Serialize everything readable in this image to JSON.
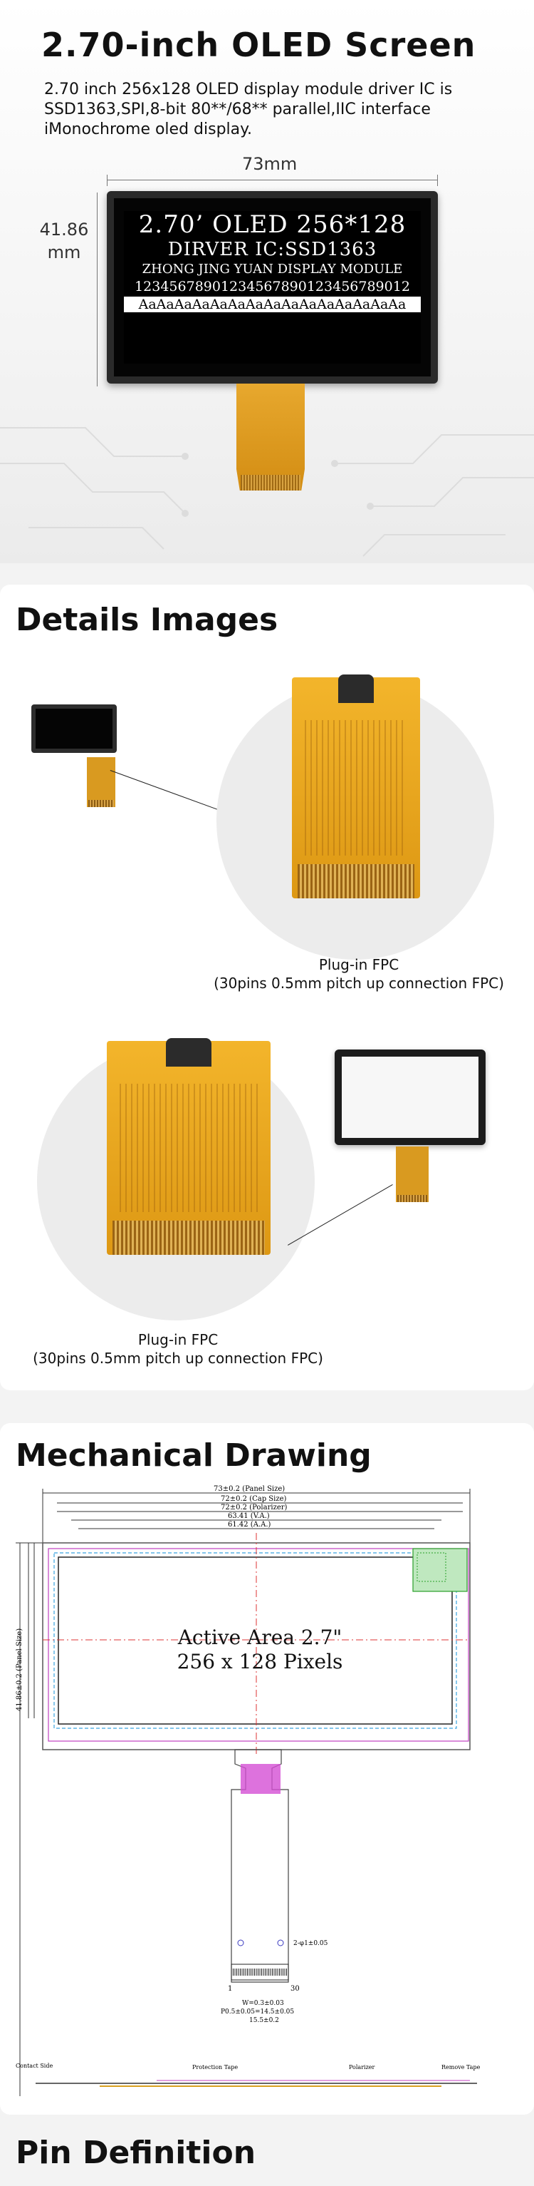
{
  "hero": {
    "title": "2.70-inch OLED Screen",
    "description": "2.70 inch 256x128 OLED display module driver IC is SSD1363,SPI,8-bit 80**/68** parallel,IIC interface iMonochrome oled display.",
    "width_label": "73mm",
    "height_label": "41.86 mm",
    "screen": {
      "line1": "2.70’ OLED 256*128",
      "line2": "DIRVER IC:SSD1363",
      "line3": "ZHONG JING YUAN DISPLAY MODULE",
      "line4": "12345678901234567890123456789012",
      "line5": "AaAaAaAaAaAaAaAaAaAaAaAaAaAaAa"
    }
  },
  "details": {
    "title": "Details Images",
    "caption1_line1": "Plug-in FPC",
    "caption1_line2": "(30pins 0.5mm pitch up connection FPC)",
    "caption2_line1": "Plug-in FPC",
    "caption2_line2": "(30pins 0.5mm pitch up connection FPC)"
  },
  "mechanical": {
    "title": "Mechanical Drawing",
    "active_area_line1": "Active Area 2.7\"",
    "active_area_line2": "256 x 128 Pixels",
    "dims": {
      "panel": "73±0.2 (Panel Size)",
      "cap": "72±0.2 (Cap Size)",
      "polarizer": "72±0.2 (Polarizer)",
      "va": "63.41 (V.A.)",
      "aa": "61.42 (A.A.)",
      "height": "41.86±0.2 (Panel Size)",
      "w": "W=0.3±0.03",
      "p": "P0.5±0.05=14.5±0.05",
      "fpc": "15.5±0.2",
      "pin1": "1",
      "pin30": "30",
      "hole": "2-φ1±0.05",
      "contact": "Contact Side",
      "protect": "Protection Tape",
      "polarizer_lbl": "Polarizer",
      "remove": "Remove Tape"
    }
  },
  "pin": {
    "title": "Pin Definition"
  },
  "colors": {
    "accent_fpc": "#e0a022",
    "screen_bg": "#000000",
    "card_bg": "#ffffff"
  }
}
